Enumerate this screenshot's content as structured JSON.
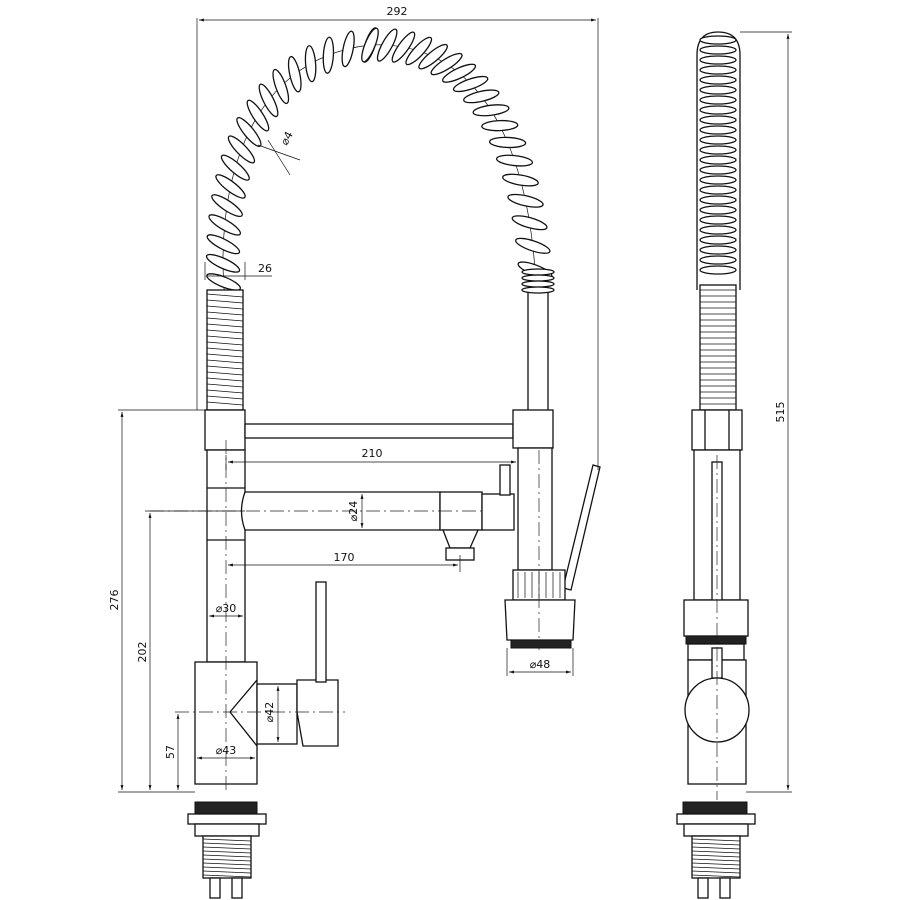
{
  "dimensions": {
    "overall_width": "292",
    "overall_height": "515",
    "spout_reach": "210",
    "side_spout_reach": "170",
    "height_to_top_bracket": "276",
    "height_to_side_spout": "202",
    "height_to_handle": "57",
    "hose_diameter": "⌀4",
    "coil_width": "26",
    "side_spout_diameter": "⌀24",
    "column_diameter": "⌀30",
    "handle_diameter": "⌀42",
    "body_diameter": "⌀43",
    "spray_head_diameter": "⌀48"
  }
}
